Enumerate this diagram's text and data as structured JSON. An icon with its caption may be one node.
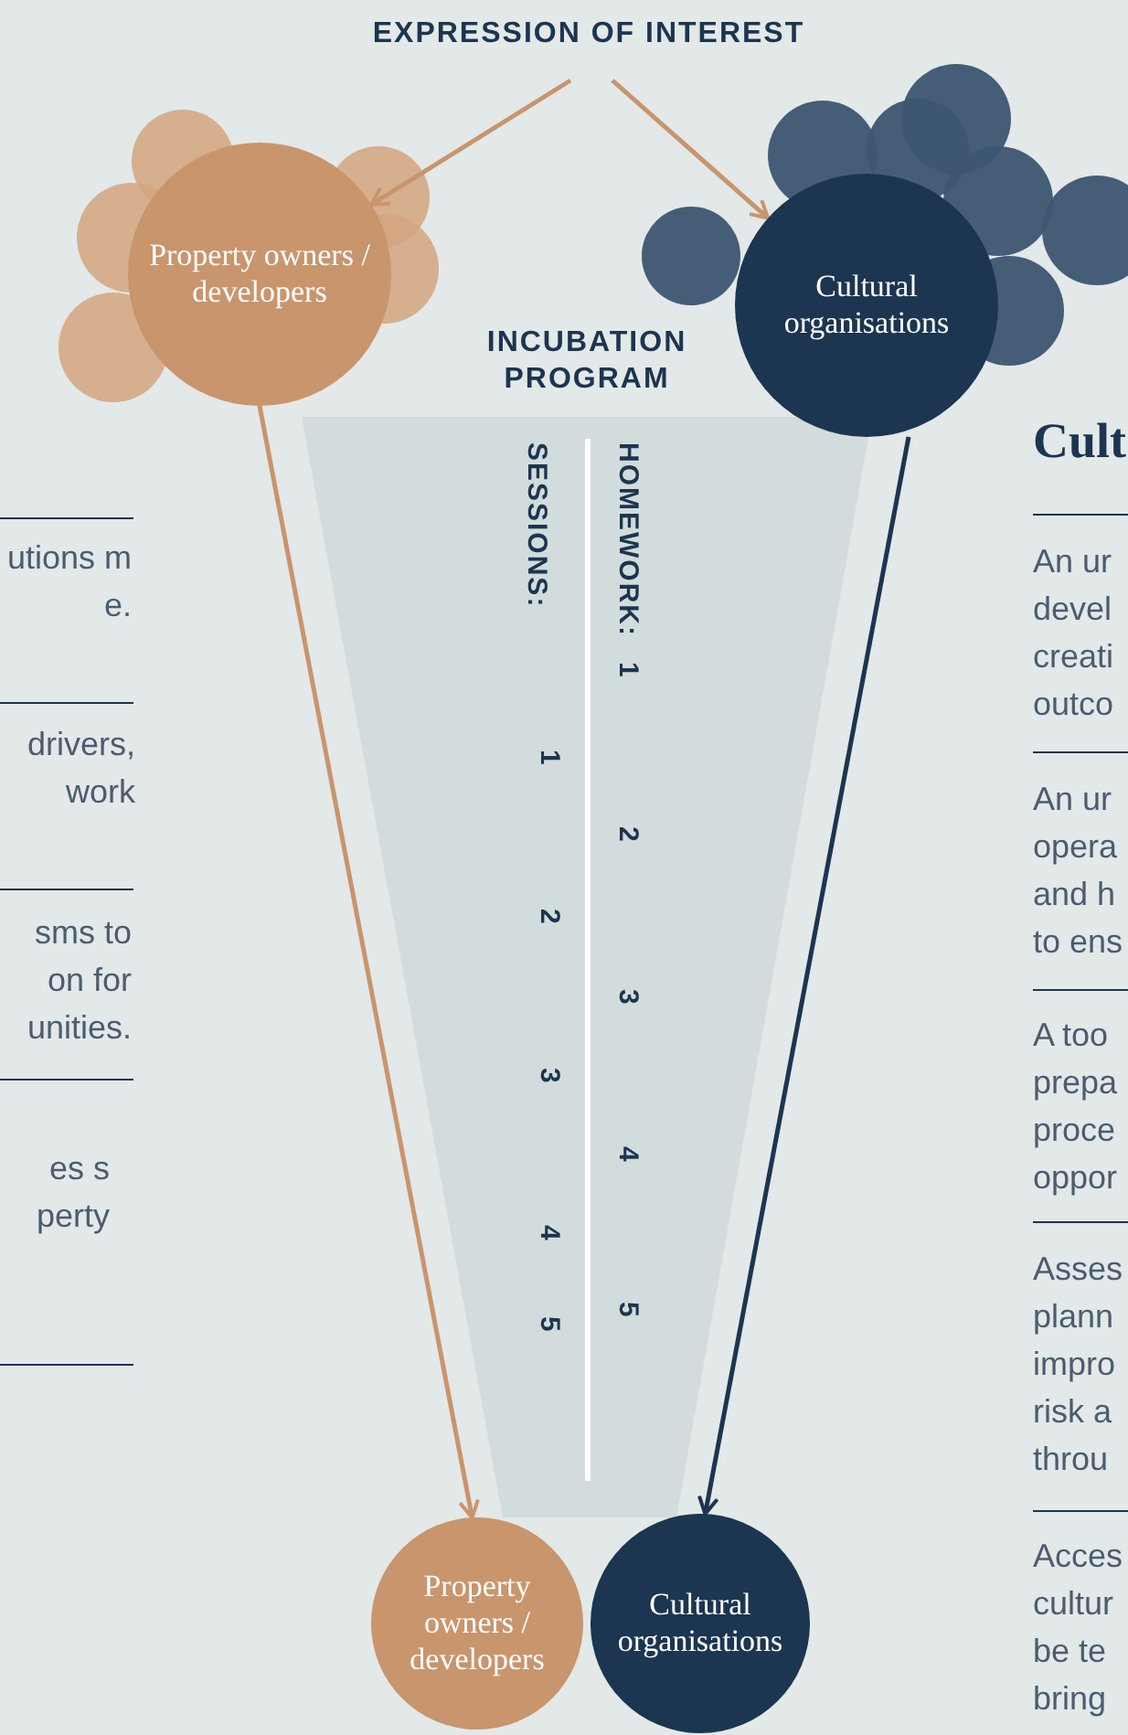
{
  "diagram": {
    "nodes": [
      {
        "text": [
          "EXPRESSION OF INTEREST"
        ]
      },
      {
        "text": [
          "Property owners / developers"
        ]
      },
      {
        "text": [
          "Cultural organisations"
        ]
      },
      {
        "text": [
          "INCUBATION PROGRAM"
        ]
      },
      {
        "text": [
          "Property owners / developers"
        ]
      },
      {
        "text": [
          "Cultural organisations"
        ]
      }
    ],
    "edges": [
      {
        "from": 0,
        "to": 1,
        "arrow": "to"
      },
      {
        "from": 0,
        "to": 2,
        "arrow": "to"
      },
      {
        "from": 1,
        "to": 4,
        "arrow": "to"
      },
      {
        "from": 2,
        "to": 5,
        "arrow": "to",
        "color": "#1c3550"
      }
    ],
    "labels": [
      "utions m e.",
      "drivers, work",
      "sms to on for unities.",
      "es s perty",
      "SESSIONS:",
      "1",
      "2",
      "3",
      "4",
      "5",
      "HOMEWORK:",
      "1",
      "2",
      "3",
      "4",
      "5",
      "Cult",
      "An ur devel creati outco",
      "An ur opera and h to ens",
      "A too prepa proce oppor",
      "Asses plann impro risk a throu",
      "Acces cultur be te bring"
    ]
  }
}
